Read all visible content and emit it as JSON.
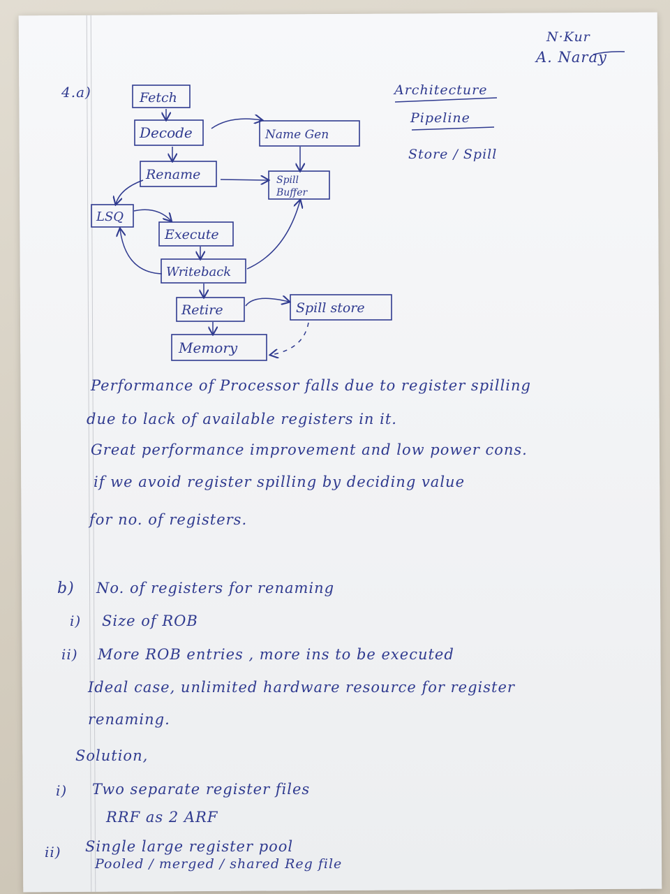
{
  "author": {
    "line1": "N·Kur",
    "line2": "A. Naray"
  },
  "question_a_label": "4.a)",
  "topics": [
    "Architecture",
    "Pipeline",
    "Store / Spill"
  ],
  "diagram": {
    "fetch": "Fetch",
    "decode": "Decode",
    "name_gen": "Name Gen",
    "rename": "Rename",
    "spill_buffer_line1": "Spill",
    "spill_buffer_line2": "Buffer",
    "lsq": "LSQ",
    "execute": "Execute",
    "writeback": "Writeback",
    "retire": "Retire",
    "spill_store": "Spill store",
    "memory": "Memory"
  },
  "part_a_text": [
    "Performance of Processor falls due to register spilling",
    "due to lack of available registers in it.",
    "Great performance improvement and low power cons.",
    "if we avoid register spilling by deciding value",
    "for no. of registers."
  ],
  "question_b_label": "b)",
  "part_b_text": [
    "No. of registers for renaming",
    "Size of ROB",
    "More ROB entries , more ins to be executed",
    "Ideal case, unlimited hardware resource for register",
    "renaming.",
    "Solution,",
    "Two separate register files",
    "RRF as 2  ARF",
    "Single large register pool",
    "Pooled / merged / shared Reg file"
  ],
  "list_markers": {
    "i": "i)",
    "ii": "ii)",
    "sol_i": "i)",
    "sol_ii": "ii)"
  },
  "colors": {
    "ink": "#2f3a8f",
    "paper": "#f4f5f7",
    "background": "#d9d3c7"
  }
}
